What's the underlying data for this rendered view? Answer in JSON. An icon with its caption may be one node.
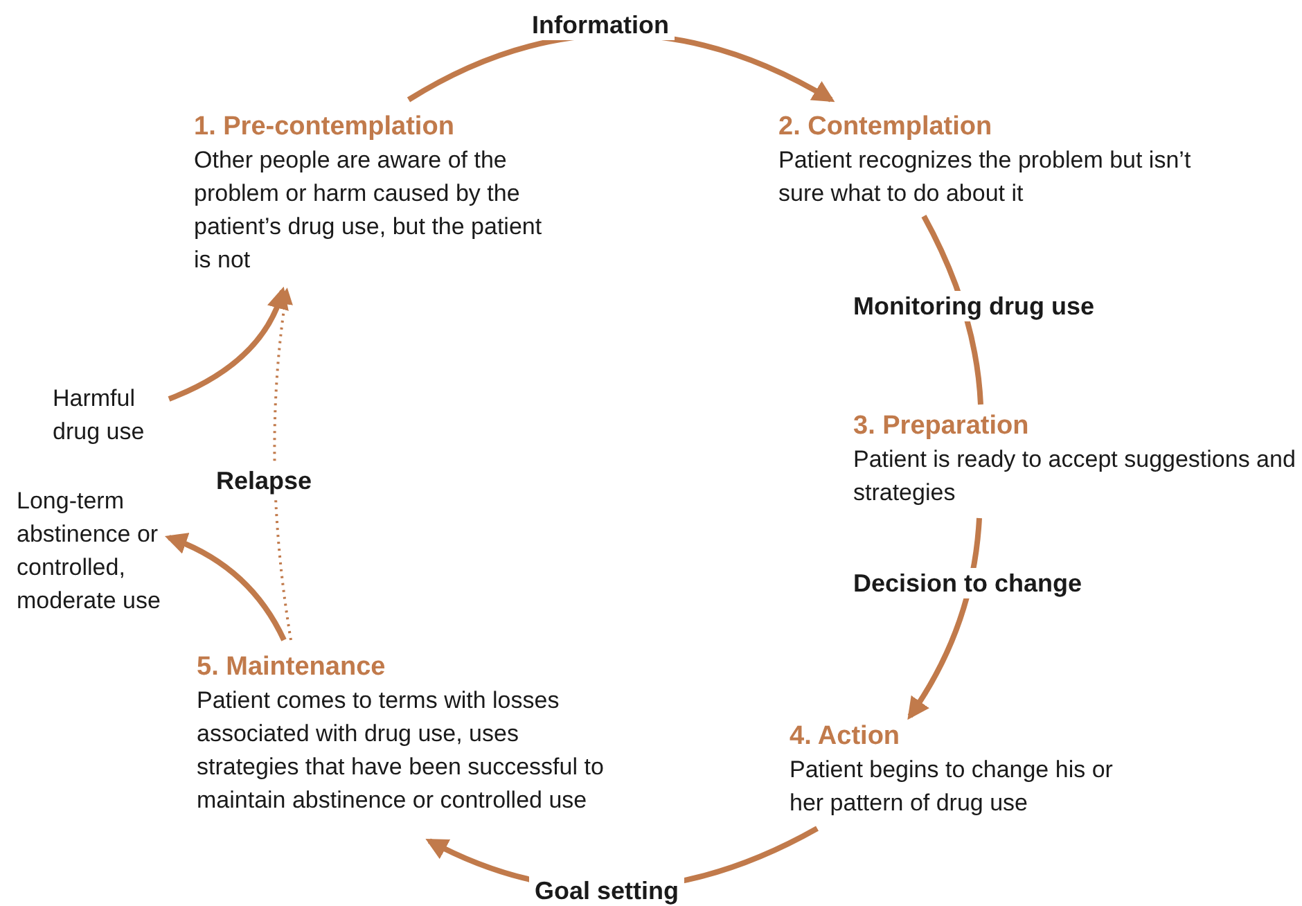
{
  "diagram": {
    "nodes": [
      {
        "text": [
          "1. Pre-contemplation",
          "Other people are aware of the problem or harm caused by the patient’s drug use, but the patient is not"
        ]
      },
      {
        "text": [
          "2. Contemplation",
          "Patient recognizes the problem but isn’t sure what to do about it"
        ]
      },
      {
        "text": [
          "3. Preparation",
          "Patient is ready to accept suggestions and strategies"
        ]
      },
      {
        "text": [
          "4. Action",
          "Patient begins to change his or her pattern of drug use"
        ]
      },
      {
        "text": [
          "5. Maintenance",
          "Patient comes to terms with losses associated with drug use, uses strategies that have been successful to maintain abstinence or controlled use"
        ]
      },
      {
        "text": [
          "Harmful drug use"
        ]
      },
      {
        "text": [
          "Long-term abstinence or controlled, moderate use"
        ]
      }
    ],
    "edges": [
      {
        "from": 0,
        "to": 1,
        "arrow": "to",
        "label": "Information"
      },
      {
        "from": 1,
        "to": 2,
        "arrow": "none",
        "label": "Monitoring drug use"
      },
      {
        "from": 2,
        "to": 3,
        "arrow": "to",
        "label": "Decision to change"
      },
      {
        "from": 3,
        "to": 4,
        "arrow": "to",
        "label": "Goal setting"
      },
      {
        "from": 5,
        "to": 0,
        "arrow": "to"
      },
      {
        "from": 4,
        "to": 6,
        "arrow": "to"
      },
      {
        "from": 4,
        "to": 0,
        "arrow": "to",
        "label": "Relapse",
        "style": "dashed"
      }
    ]
  }
}
